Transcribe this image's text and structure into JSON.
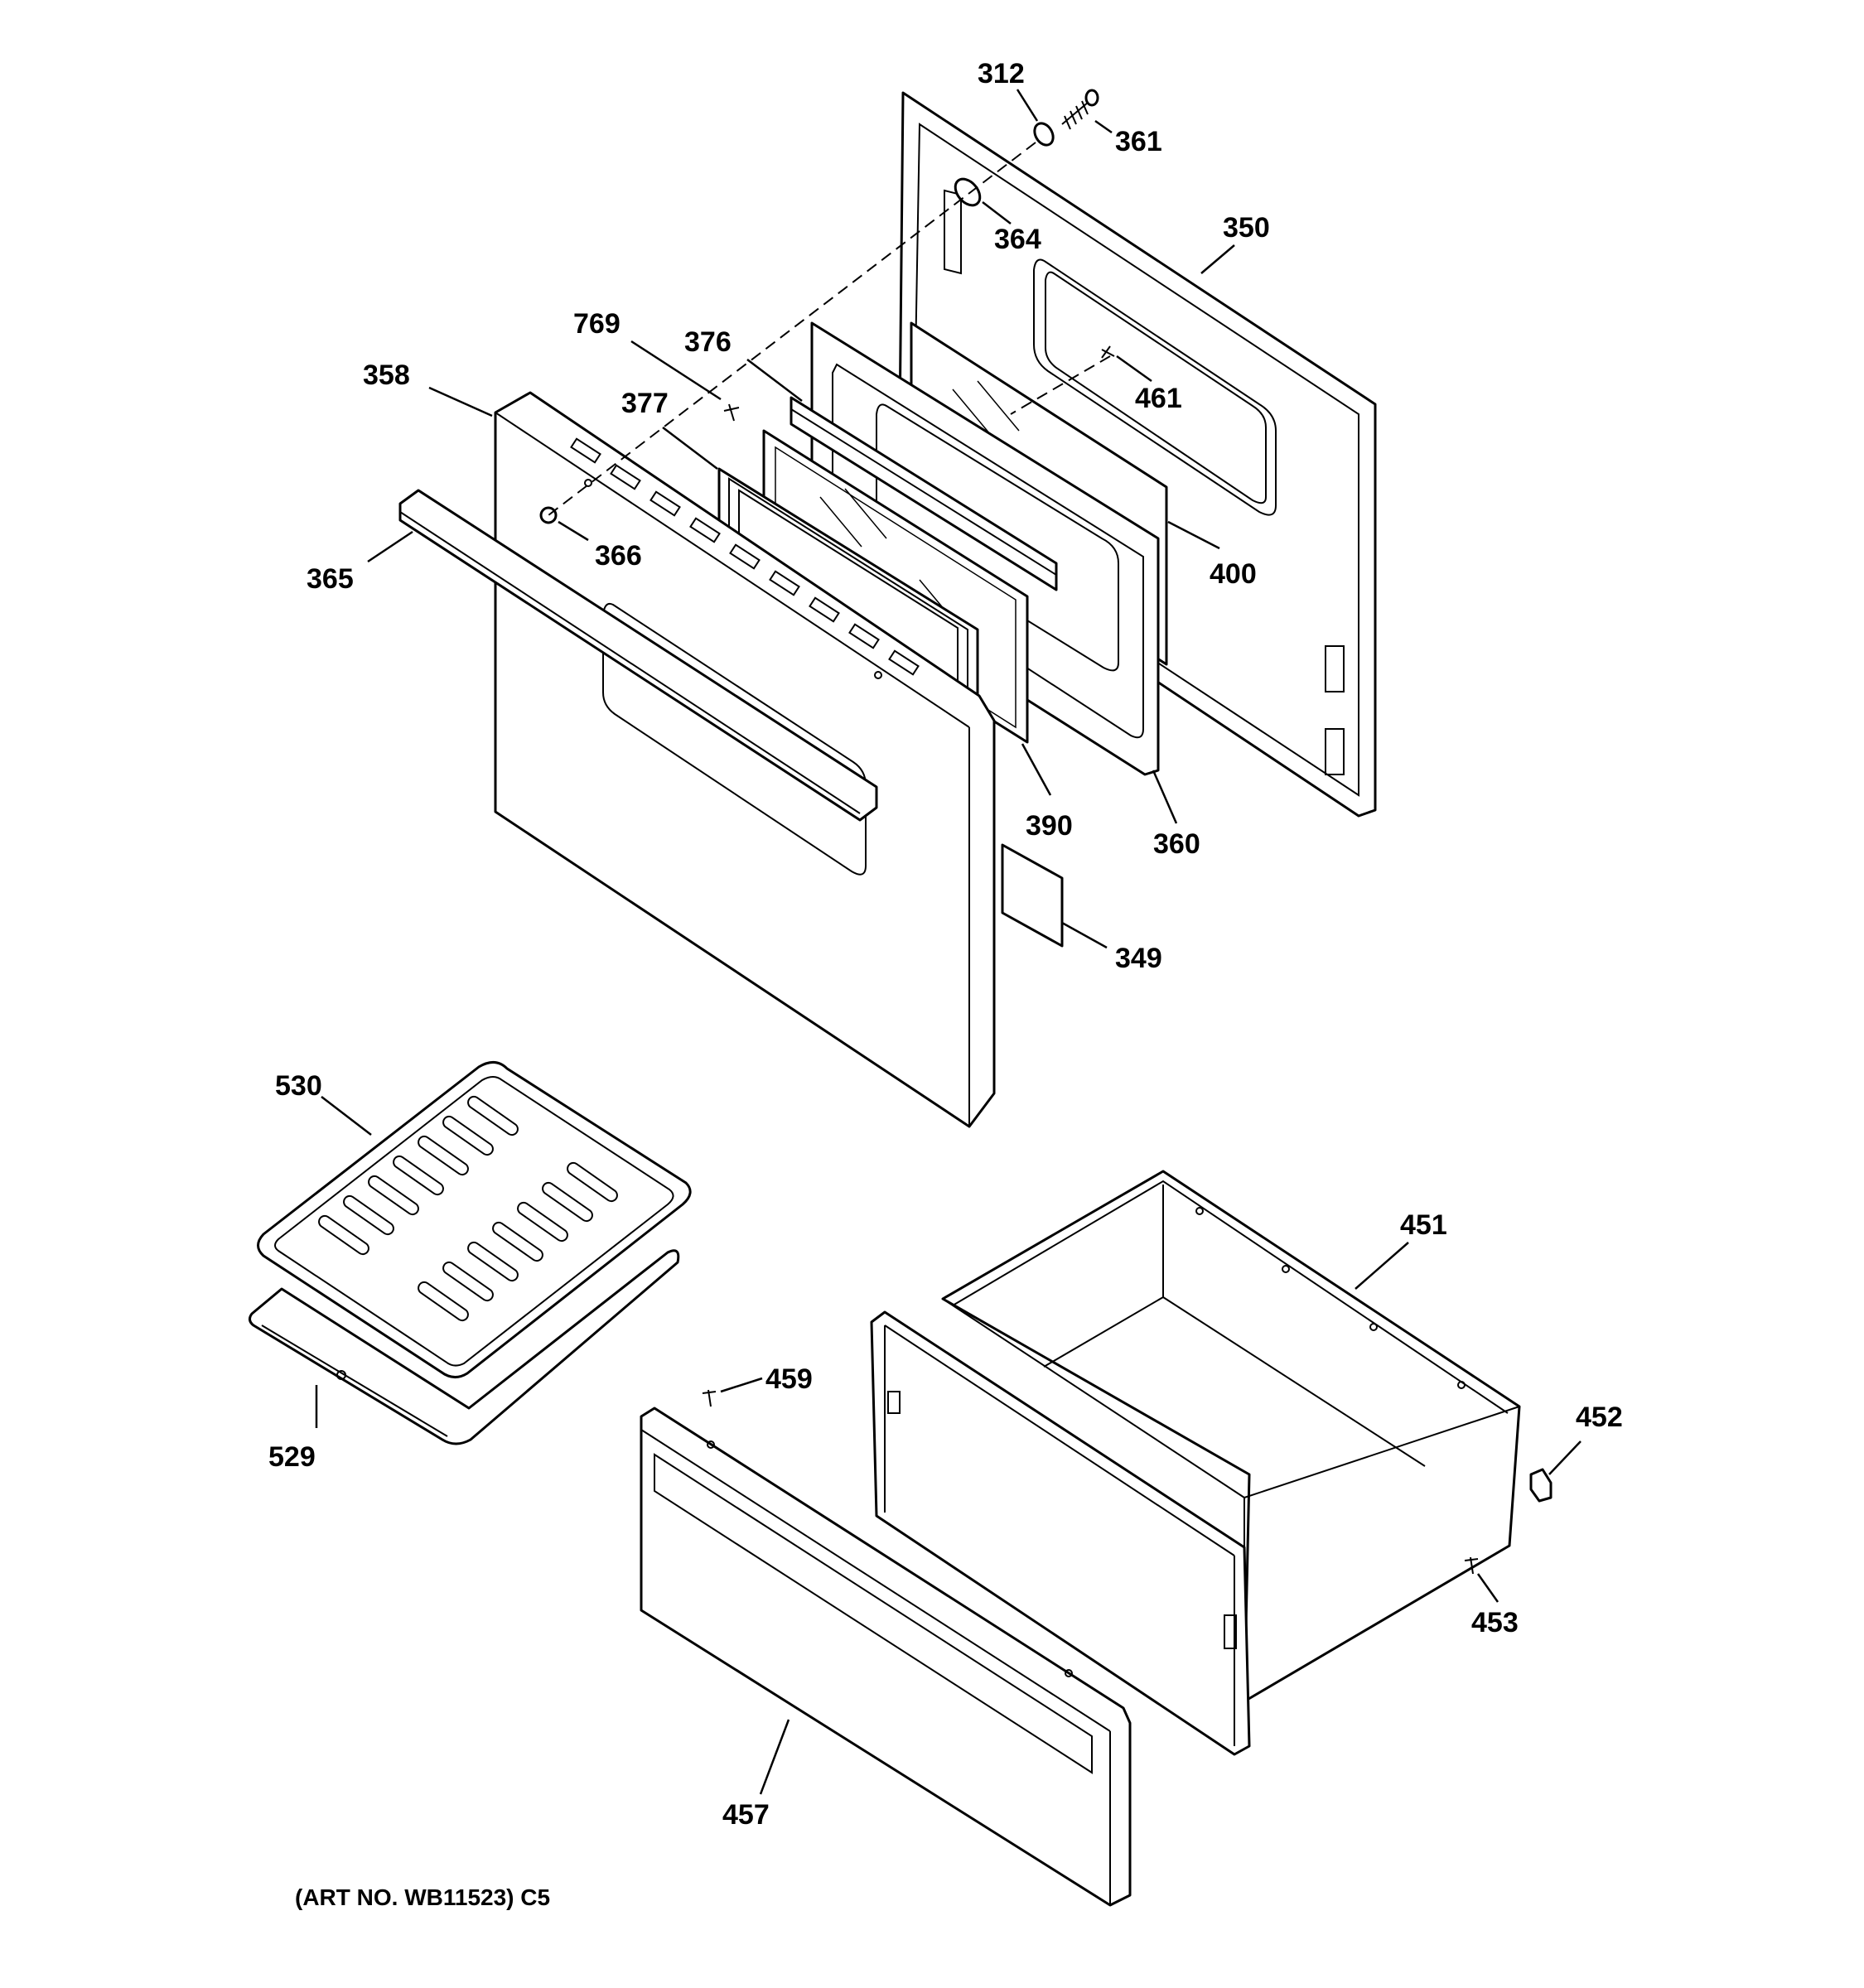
{
  "callouts": {
    "c312": "312",
    "c361": "361",
    "c364": "364",
    "c350": "350",
    "c769": "769",
    "c376": "376",
    "c358": "358",
    "c377": "377",
    "c461": "461",
    "c366": "366",
    "c365": "365",
    "c400": "400",
    "c390": "390",
    "c360": "360",
    "c349": "349",
    "c530": "530",
    "c451": "451",
    "c459": "459",
    "c452": "452",
    "c529": "529",
    "c453": "453",
    "c457": "457"
  },
  "caption": "(ART NO. WB11523) C5"
}
